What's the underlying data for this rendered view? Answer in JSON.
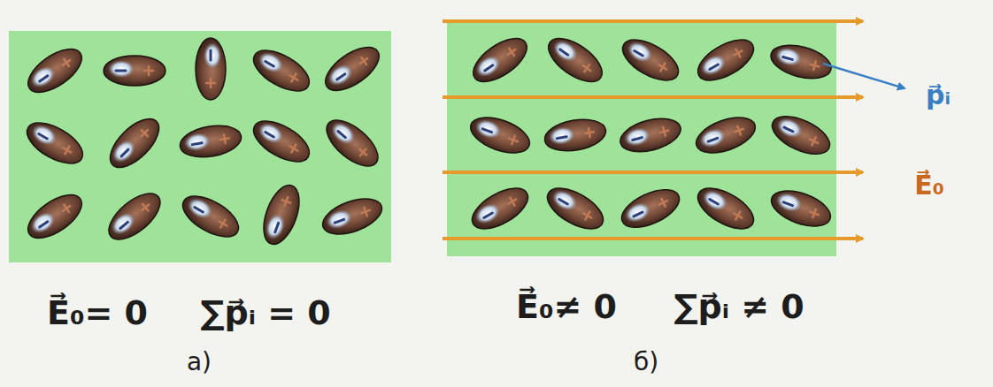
{
  "diagram": {
    "labels": [
      "E⃗₀= 0",
      "∑p⃗ᵢ = 0",
      "а)",
      "E⃗₀≠ 0",
      "∑p⃗ᵢ ≠ 0",
      "б)",
      "p⃗ᵢ",
      "E⃗₀"
    ]
  }
}
